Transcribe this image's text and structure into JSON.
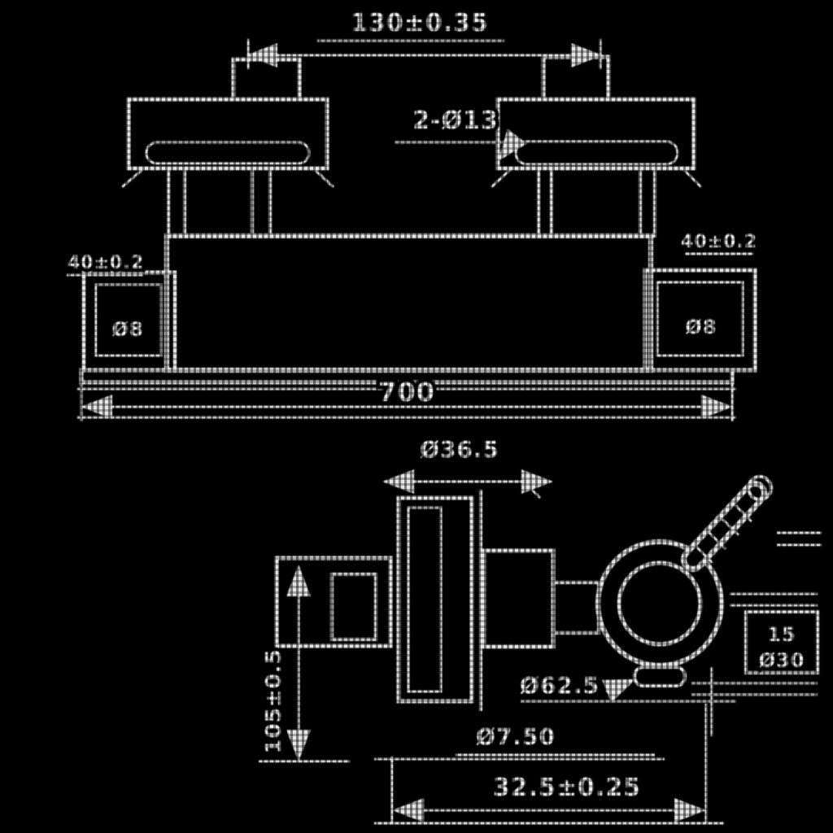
{
  "title": "Machine part engineering drawing (front and side views)",
  "colors": {
    "background": "#000000",
    "line": "#e6e6e6",
    "text": "#f0f0f0"
  },
  "front_view": {
    "top_width_dim": "130±0.35",
    "center_hole_label": "2-Ø13",
    "left_bracket_dim": "40±0.2",
    "right_bracket_dim": "40±0.2",
    "left_bracket_mark": "Ø8",
    "right_bracket_mark": "Ø8",
    "overall_width_dim": "700"
  },
  "side_view": {
    "top_dia_dim": "Ø36.5",
    "height_dim": "105±0.5",
    "right_dim_row1": "15",
    "right_dim_row2": "Ø30",
    "wheel_dia_dim": "Ø62.5",
    "shaft_dia_dim": "Ø7.50",
    "base_width_dim": "32.5±0.25"
  }
}
